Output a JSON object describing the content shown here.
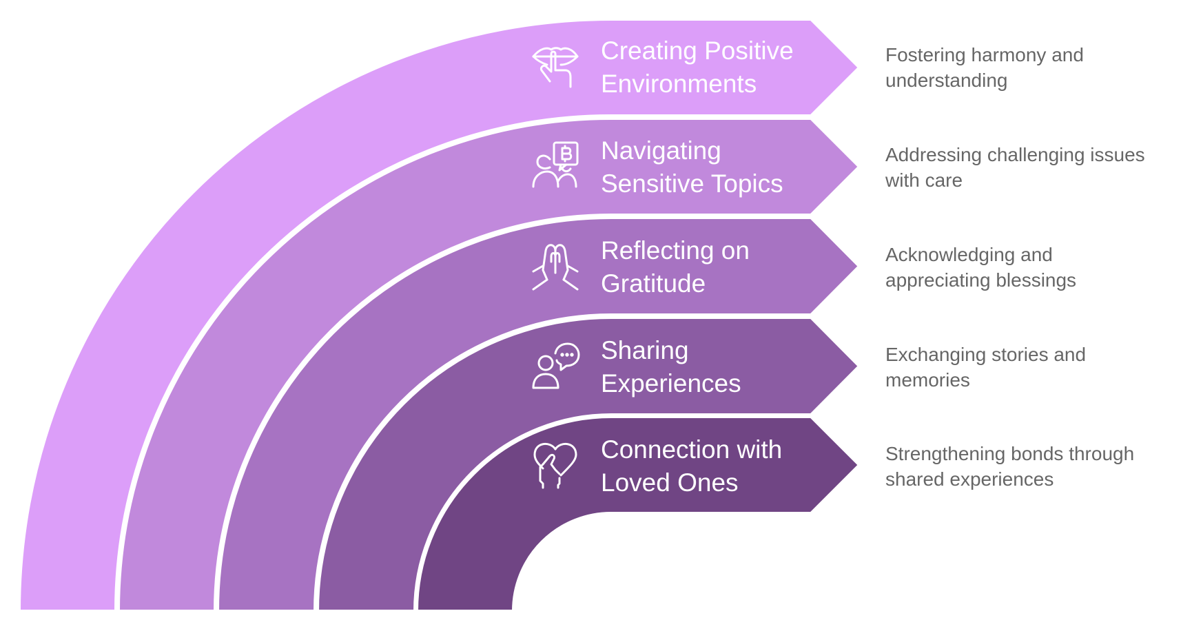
{
  "diagram": {
    "title": "",
    "bands": [
      {
        "id": "creating-positive-environments",
        "title_line1": "Creating Positive",
        "title_line2": "Environments",
        "description_line1": "Fostering harmony and",
        "description_line2": "understanding",
        "icon": "shush-lips-icon",
        "color": "#DC9EF9"
      },
      {
        "id": "navigating-sensitive-topics",
        "title_line1": "Navigating",
        "title_line2": "Sensitive Topics",
        "description_line1": "Addressing challenging issues",
        "description_line2": "with care",
        "icon": "people-bitcoin-chat-icon",
        "color": "#C189DC"
      },
      {
        "id": "reflecting-on-gratitude",
        "title_line1": "Reflecting on",
        "title_line2": "Gratitude",
        "description_line1": "Acknowledging and",
        "description_line2": "appreciating blessings",
        "icon": "praying-hands-icon",
        "color": "#A773C2"
      },
      {
        "id": "sharing-experiences",
        "title_line1": "Sharing",
        "title_line2": "Experiences",
        "description_line1": "Exchanging stories and",
        "description_line2": "memories",
        "icon": "person-chat-bubble-icon",
        "color": "#8B5CA3"
      },
      {
        "id": "connection-with-loved-ones",
        "title_line1": "Connection with",
        "title_line2": "Loved Ones",
        "description_line1": "Strengthening bonds through",
        "description_line2": "shared experiences",
        "icon": "hand-heart-icon",
        "color": "#704584"
      }
    ],
    "colors": {
      "title_text": "#FFFFFF",
      "description_text": "#666666",
      "divider": "#FFFFFF"
    }
  }
}
